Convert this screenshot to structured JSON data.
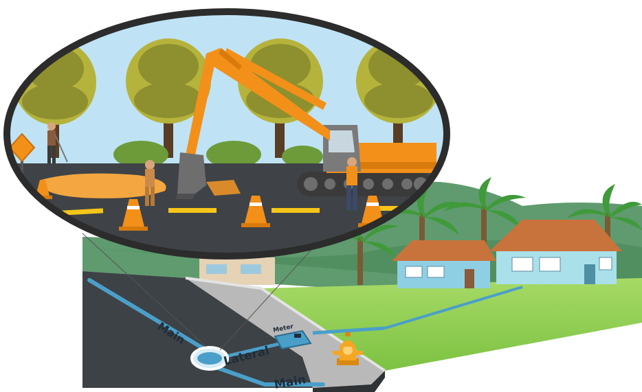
{
  "labels": {
    "main_upper": "Main",
    "lateral": "Lateral",
    "meter": "Meter",
    "main_lower": "Main"
  },
  "icons": [
    "excavator-icon",
    "construction-worker-icon",
    "traffic-cone-icon",
    "fire-hydrant-icon",
    "water-meter-icon",
    "house-icon",
    "palm-tree-icon",
    "tree-icon"
  ],
  "colors": {
    "excavator": "#f39019",
    "water_pipe": "#4a9fc9",
    "road": "#3d4246",
    "sidewalk": "#b9b9b9",
    "lawn": "#8fcf52",
    "sky": "#bfe3f4",
    "hydrant": "#f5a623",
    "house_wall": "#8fcfe3",
    "roof": "#c9733c"
  }
}
